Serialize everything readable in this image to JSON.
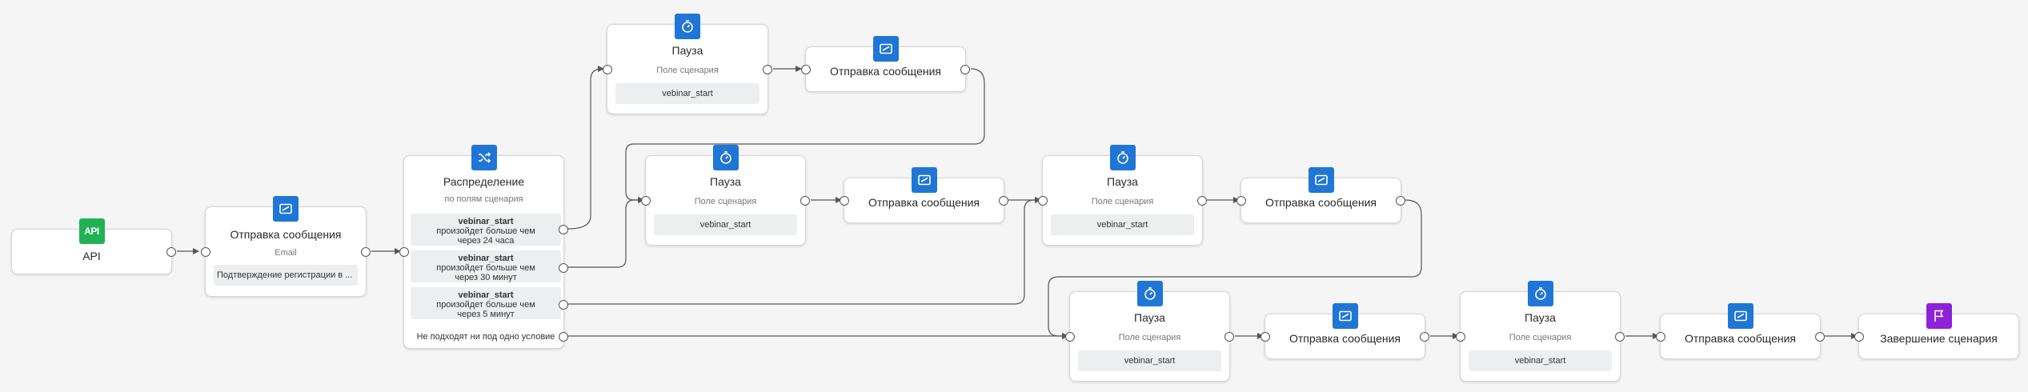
{
  "nodes": {
    "api": {
      "title": "API",
      "icon": "api-icon",
      "icon_text": "API"
    },
    "send1": {
      "title": "Отправка сообщения",
      "sub": "Email",
      "pill": "Подтверждение регистрации в ...",
      "icon": "message-icon"
    },
    "dist": {
      "title": "Распределение",
      "sub": "по полям сценария",
      "icon": "shuffle-icon",
      "branches": [
        {
          "field": "vebinar_start",
          "text": "произойдет больше чем через 24 часа"
        },
        {
          "field": "vebinar_start",
          "text": "произойдет больше чем через 30 минут"
        },
        {
          "field": "vebinar_start",
          "text": "произойдет больше чем через 5 минут"
        }
      ],
      "fallback": "Не подходят ни под одно условие"
    },
    "pause1": {
      "title": "Пауза",
      "sub": "Поле сценария",
      "pill": "vebinar_start",
      "icon": "timer-icon"
    },
    "send2": {
      "title": "Отправка сообщения",
      "icon": "message-icon"
    },
    "pause2": {
      "title": "Пауза",
      "sub": "Поле сценария",
      "pill": "vebinar_start",
      "icon": "timer-icon"
    },
    "send3": {
      "title": "Отправка сообщения",
      "icon": "message-icon"
    },
    "pause3": {
      "title": "Пауза",
      "sub": "Поле сценария",
      "pill": "vebinar_start",
      "icon": "timer-icon"
    },
    "send4": {
      "title": "Отправка сообщения",
      "icon": "message-icon"
    },
    "pause4": {
      "title": "Пауза",
      "sub": "Поле сценария",
      "pill": "vebinar_start",
      "icon": "timer-icon"
    },
    "send5": {
      "title": "Отправка сообщения",
      "icon": "message-icon"
    },
    "pause5": {
      "title": "Пауза",
      "sub": "Поле сценария",
      "pill": "vebinar_start",
      "icon": "timer-icon"
    },
    "send6": {
      "title": "Отправка сообщения",
      "icon": "message-icon"
    },
    "finish": {
      "title": "Завершение сценария",
      "icon": "flag-icon"
    }
  },
  "colors": {
    "action_icon": "#1f76d6",
    "api_icon": "#20b255",
    "finish_icon": "#8d22d9",
    "wire": "#555555"
  }
}
